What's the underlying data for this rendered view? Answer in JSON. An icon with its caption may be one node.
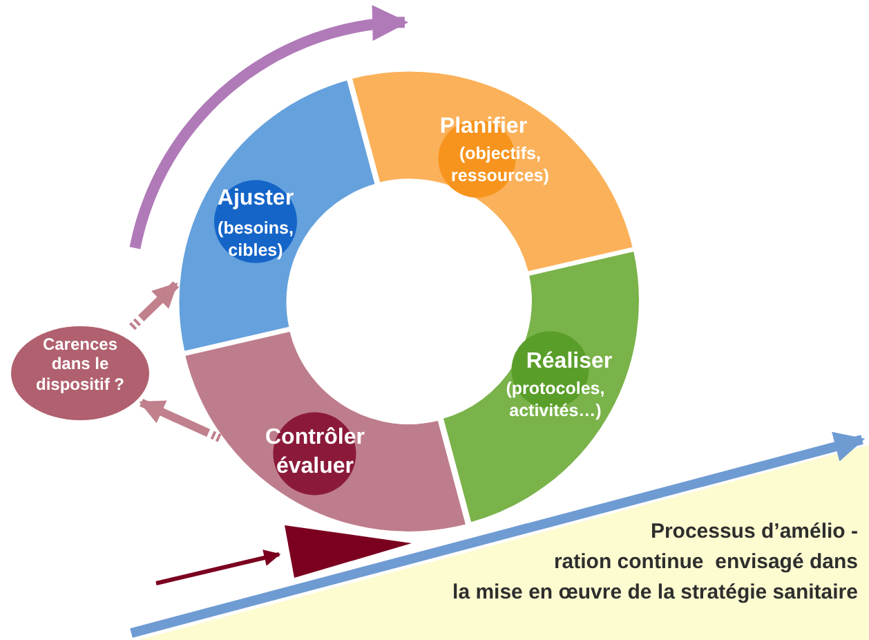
{
  "diagram": {
    "nodes": [
      {
        "text": [
          "Ajuster",
          "(besoins, cibles)"
        ]
      },
      {
        "text": [
          "Planifier",
          "(objectifs, ressources)"
        ]
      },
      {
        "text": [
          "Réaliser",
          "(protocoles, activités…)"
        ]
      },
      {
        "text": [
          "Contrôler évaluer"
        ]
      },
      {
        "text": [
          "Carences dans le dispositif ?"
        ]
      },
      {
        "text": [
          "Processus d’amélio - ration continue  envisagé dans la mise en œuvre de la stratégie sanitaire"
        ]
      }
    ],
    "edges": [
      {
        "from": 4,
        "to": 0,
        "arrow": "to"
      },
      {
        "from": 3,
        "to": 4,
        "arrow": "to"
      }
    ]
  }
}
